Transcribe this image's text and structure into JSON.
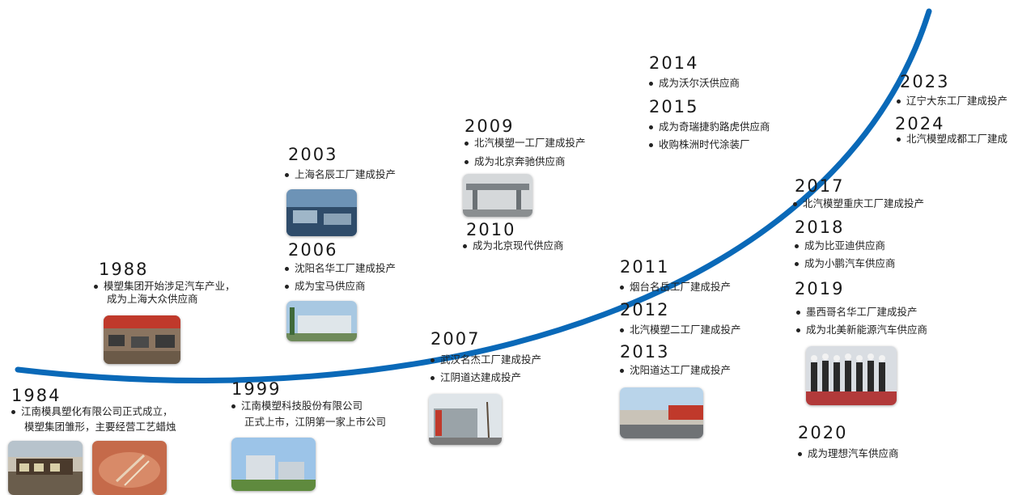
{
  "colors": {
    "curve": "#0a69b8",
    "text": "#222222"
  },
  "milestones": {
    "y1984": {
      "year": "1984",
      "e1": "江南模具塑化有限公司正式成立，",
      "e1b": "模塑集团雏形，主要经营工艺蜡烛"
    },
    "y1988": {
      "year": "1988",
      "e1": "模塑集团开始涉足汽车产业，",
      "e1b": "成为上海大众供应商"
    },
    "y1999": {
      "year": "1999",
      "e1": "江南模塑科技股份有限公司",
      "e1b": "正式上市，江阴第一家上市公司"
    },
    "y2003": {
      "year": "2003",
      "e1": "上海名辰工厂建成投产"
    },
    "y2006": {
      "year": "2006",
      "e1": "沈阳名华工厂建成投产",
      "e2": "成为宝马供应商"
    },
    "y2007": {
      "year": "2007",
      "e1": "武汉名杰工厂建成投产",
      "e2": "江阴道达建成投产"
    },
    "y2009": {
      "year": "2009",
      "e1": "北汽模塑一工厂建成投产",
      "e2": "成为北京奔驰供应商"
    },
    "y2010": {
      "year": "2010",
      "e1": "成为北京现代供应商"
    },
    "y2011": {
      "year": "2011",
      "e1": "烟台名岳工厂建成投产"
    },
    "y2012": {
      "year": "2012",
      "e1": "北汽模塑二工厂建成投产"
    },
    "y2013": {
      "year": "2013",
      "e1": "沈阳道达工厂建成投产"
    },
    "y2014": {
      "year": "2014",
      "e1": "成为沃尔沃供应商"
    },
    "y2015": {
      "year": "2015",
      "e1": "成为奇瑞捷豹路虎供应商",
      "e2": "收购株洲时代涂装厂"
    },
    "y2017": {
      "year": "2017",
      "e1": "北汽模塑重庆工厂建成投产"
    },
    "y2018": {
      "year": "2018",
      "e1": "成为比亚迪供应商",
      "e2": "成为小鹏汽车供应商"
    },
    "y2019": {
      "year": "2019",
      "e1": "墨西哥名华工厂建成投产",
      "e2": "成为北美新能源汽车供应商"
    },
    "y2020": {
      "year": "2020",
      "e1": "成为理想汽车供应商"
    },
    "y2023": {
      "year": "2023",
      "e1": "辽宁大东工厂建成投产"
    },
    "y2024": {
      "year": "2024",
      "e1": "北汽模塑成都工厂建成"
    }
  }
}
